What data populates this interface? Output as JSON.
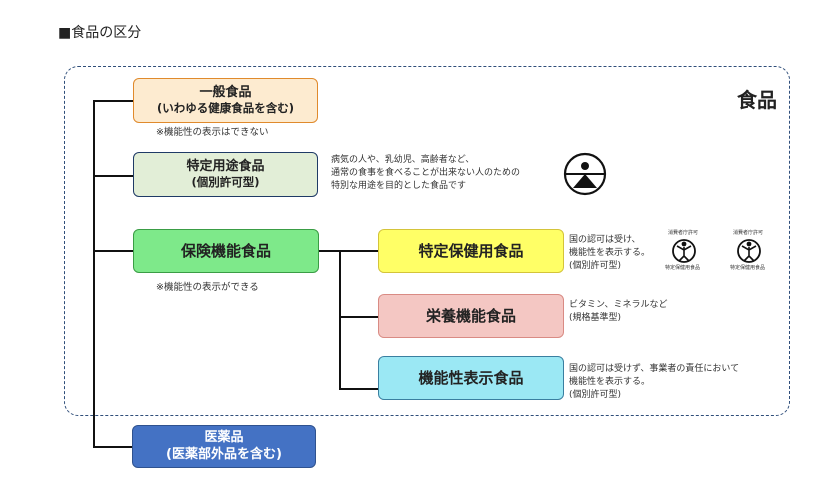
{
  "title": "■食品の区分",
  "frame_label": "食品",
  "boxes": {
    "general_food": {
      "line1": "一般食品",
      "line2": "(いわゆる健康食品を含む)"
    },
    "special_use": {
      "line1": "特定用途食品",
      "line2": "(個別許可型)"
    },
    "health_function": {
      "line1": "保険機能食品"
    },
    "fosu": {
      "line1": "特定保健用食品"
    },
    "nutrient": {
      "line1": "栄養機能食品"
    },
    "function_claim": {
      "line1": "機能性表示食品"
    },
    "medicine": {
      "line1": "医薬品",
      "line2": "(医薬部外品を含む)"
    }
  },
  "notes": {
    "general_food": "※機能性の表示はできない",
    "health_function": "※機能性の表示ができる"
  },
  "descriptions": {
    "special_use": [
      "病気の人や、乳幼児、高齢者など、",
      "通常の食事を食べることが出来ない人のための",
      "特別な用途を目的とした食品です"
    ],
    "fosu": [
      "国の認可は受け、",
      "機能性を表示する。",
      "(個別許可型)"
    ],
    "nutrient": [
      "ビタミン、ミネラルなど",
      "(規格基準型)"
    ],
    "function_claim": [
      "国の認可は受けず、事業者の責任において",
      "機能性を表示する。",
      "(個別許可型)"
    ]
  },
  "marks": {
    "fosu_mark_text": [
      "消費者庁許可",
      "特定保健用食品"
    ]
  },
  "colors": {
    "general_food_bg": "#fdebd0",
    "general_food_border": "#e08a2c",
    "special_use_bg": "#e2eed7",
    "special_use_border": "#1f3a66",
    "health_function_bg": "#7ee98a",
    "health_function_border": "#3a9d45",
    "fosu_bg": "#ffff66",
    "fosu_border": "#d4c43a",
    "nutrient_bg": "#f4c7c3",
    "nutrient_border": "#d98b84",
    "function_claim_bg": "#9be8f4",
    "function_claim_border": "#3a7fa0",
    "medicine_bg": "#4472c4",
    "medicine_border": "#2f528f"
  }
}
